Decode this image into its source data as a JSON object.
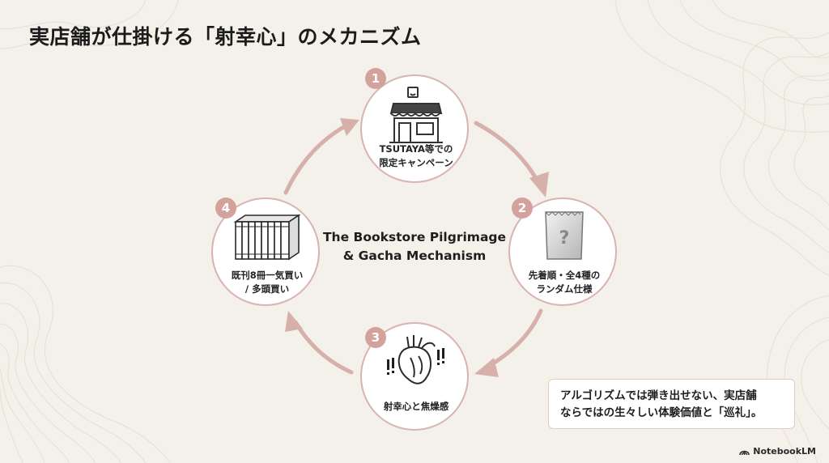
{
  "title": "実店舗が仕掛ける「射幸心」のメカニズム",
  "center": {
    "line1": "The Bookstore Pilgrimage",
    "line2": "& Gacha Mechanism"
  },
  "steps": [
    {
      "number": "1",
      "label_lines": [
        "TSUTAYA等での",
        "限定キャンペーン"
      ],
      "icon": "storefront-icon"
    },
    {
      "number": "2",
      "label_lines": [
        "先着順・全4種の",
        "ランダム仕様"
      ],
      "icon": "mystery-pack-icon"
    },
    {
      "number": "3",
      "label_lines": [
        "射幸心と焦燥感"
      ],
      "icon": "anatomical-heart-icon"
    },
    {
      "number": "4",
      "label_lines": [
        "既刊8冊一気買い",
        "/ 多頭買い"
      ],
      "icon": "book-stack-icon"
    }
  ],
  "callout": {
    "line1": "アルゴリズムでは弾き出せない、実店舗",
    "line2": "ならではの生々しい体験価値と「巡礼」。"
  },
  "brand": "NotebookLM",
  "colors": {
    "background": "#f4f1ea",
    "accent": "#d4a29d",
    "ring": "#d9b3af",
    "arrow": "#d7b0ab"
  }
}
